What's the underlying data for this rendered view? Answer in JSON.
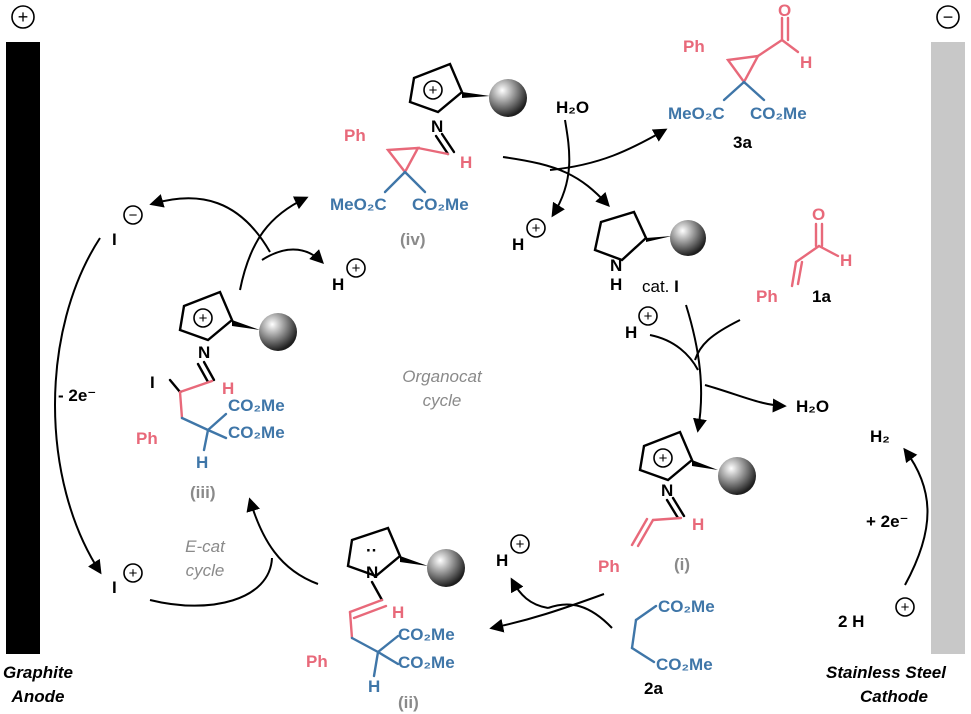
{
  "colors": {
    "substrate": "#e8697a",
    "nucleophile": "#3f76a8",
    "label": "#8a8a8a",
    "anode": "#000000",
    "cathode": "#c8c8c8"
  },
  "electrodes": {
    "anode_line1": "Graphite",
    "anode_line2": "Anode",
    "anode_sign": "+",
    "cathode_line1": "Stainless Steel",
    "cathode_line2": "Cathode",
    "cathode_sign": "−"
  },
  "cycles": {
    "organo_1": "Organocat",
    "organo_2": "cycle",
    "ecat_1": "E-cat",
    "ecat_2": "cycle"
  },
  "labels": {
    "i": "(i)",
    "ii": "(ii)",
    "iii": "(iii)",
    "iv": "(iv)",
    "cat": "cat. ",
    "cat_bold": "I",
    "c1a": "1a",
    "c2a": "2a",
    "c3a": "3a"
  },
  "atoms": {
    "N": "N",
    "H": "H",
    "I": "I",
    "O": "O",
    "Ph": "Ph",
    "MeO2C": "MeO₂C",
    "CO2Me": "CO₂Me",
    "H2O": "H₂O",
    "H2": "H₂",
    "twoH": "2 H",
    "dots": "··"
  },
  "electrons": {
    "anode": "- 2e⁻",
    "cathode": "+ 2e⁻"
  },
  "charges": {
    "plus": "+",
    "minus": "−"
  }
}
